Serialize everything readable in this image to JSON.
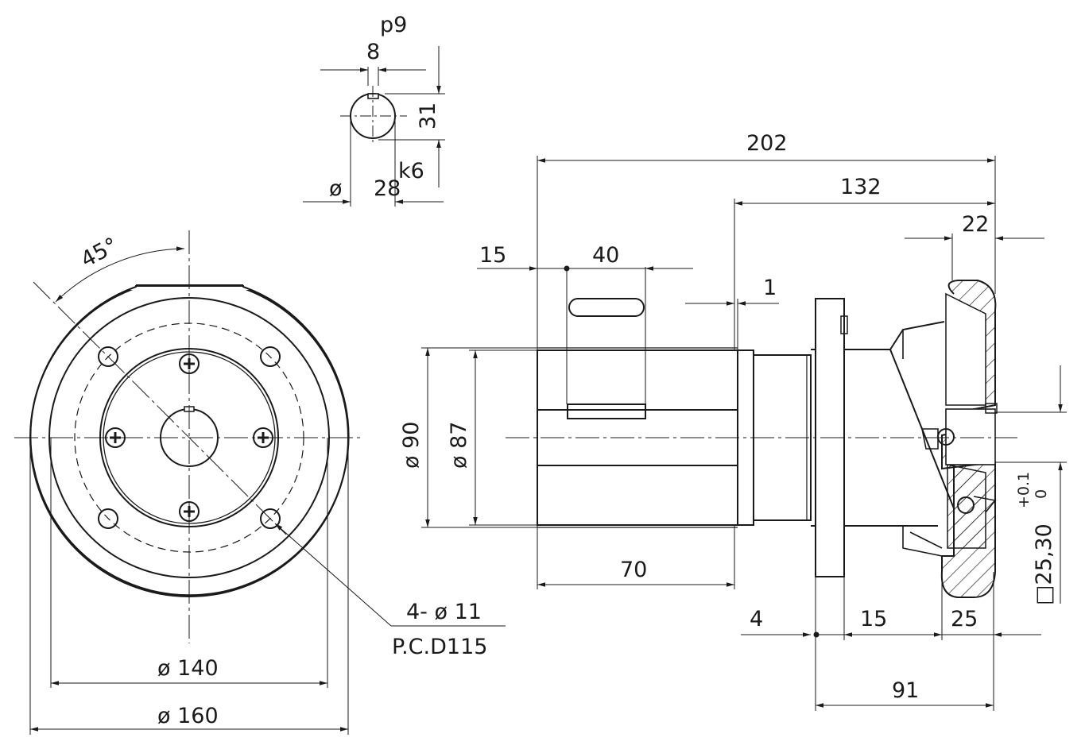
{
  "labels": {
    "keyway_tol": "p9",
    "key_width": "8",
    "shaft_height": "31",
    "shaft_dia_symbol": "ø",
    "shaft_dia": "28",
    "shaft_tol": "k6",
    "angle": "45°",
    "hole_count_dia": "4-  ø  11",
    "pcd": "P.C.D115",
    "dia_140": "ø  140",
    "dia_160": "ø  160",
    "len_202": "202",
    "len_132": "132",
    "len_22": "22",
    "len_15_top": "15",
    "len_40": "40",
    "len_1": "1",
    "dia_90": "ø 90",
    "dia_87": "ø 87",
    "len_70": "70",
    "len_4": "4",
    "len_15_bottom": "15",
    "len_25": "25",
    "len_91": "91",
    "bore_tol": "+0.1",
    "bore_tol_low": "0",
    "bore_size": "□25,30"
  }
}
